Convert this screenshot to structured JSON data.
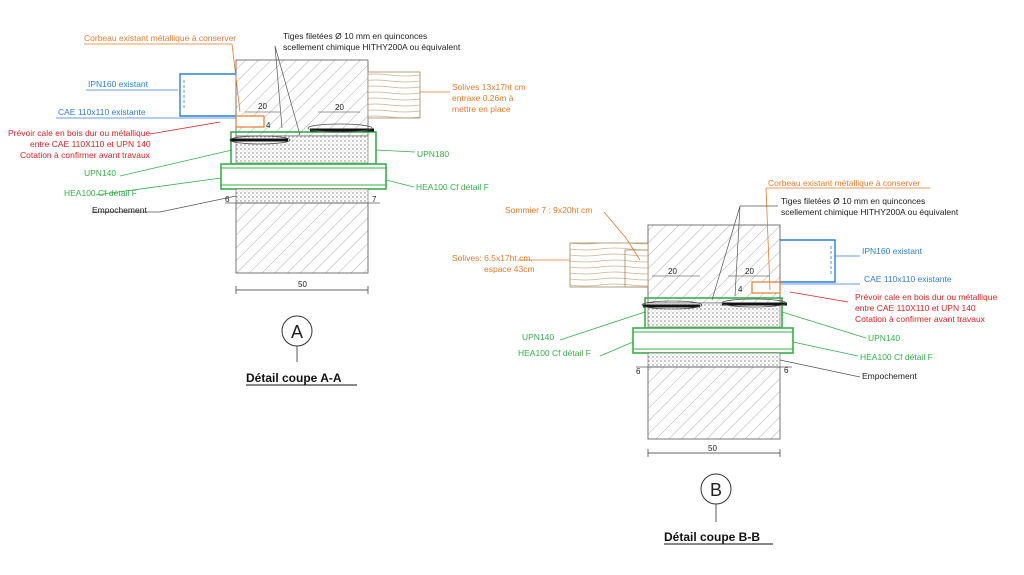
{
  "colors": {
    "orange": "#e87a2b",
    "blue": "#2f7fd6",
    "red": "#e32222",
    "green": "#35b04a",
    "black": "#222222",
    "ink": "#444444"
  },
  "detailA": {
    "corbeau": "Corbeau existant métallique à conserver",
    "tiges_1": "Tiges filetées Ø 10 mm en quinconces",
    "tiges_2": "scellement chimique HITHY200A ou équivalent",
    "ipn160": "IPN160 existant",
    "cae": "CAE 110x110 existante",
    "cale_1": "Prévoir cale en bois dur ou métallique",
    "cale_2": "entre CAE 110X110 et UPN 140",
    "cale_3": "Cotation à confirmer avant travaux",
    "solives_1": "Solives 13x17ht cm",
    "solives_2": "entraxe 0.26m à",
    "solives_3": "mettre en place",
    "upn180": "UPN180",
    "upn140": "UPN140",
    "hea_left": "HEA100 Cf détail F",
    "hea_right": "HEA100 Cf  détail F",
    "empochement": "Empochement",
    "dim_20a": "20",
    "dim_20b": "20",
    "dim_4": "4",
    "dim_6": "6",
    "dim_7": "7",
    "dim_50": "50",
    "circle": "A",
    "title": "Détail coupe A-A"
  },
  "detailB": {
    "corbeau": "Corbeau existant métallique à conserver",
    "tiges_1": "Tiges filetées Ø 10 mm en quinconces",
    "tiges_2": "scellement chimique HITHY200A ou équivalent",
    "sommier": "Sommier 7 : 9x20ht cm",
    "solives_1": "Solives: 6.5x17ht cm,",
    "solives_2": "espace 43cm",
    "ipn160": "IPN160 existant",
    "cae": "CAE 110x110 existante",
    "cale_1": "Prévoir cale en bois dur ou métallique",
    "cale_2": "entre CAE 110X110 et UPN 140",
    "cale_3": "Cotation à confirmer avant travaux",
    "upn140_left": "UPN140",
    "upn140_right": "UPN140",
    "hea_left": "HEA100 Cf  détail F",
    "hea_right": "HEA100 Cf  détail F",
    "empochement": "Empochement",
    "dim_20a": "20",
    "dim_20b": "20",
    "dim_4": "4",
    "dim_6a": "6",
    "dim_6b": "6",
    "dim_50": "50",
    "circle": "B",
    "title": "Détail coupe B-B"
  }
}
